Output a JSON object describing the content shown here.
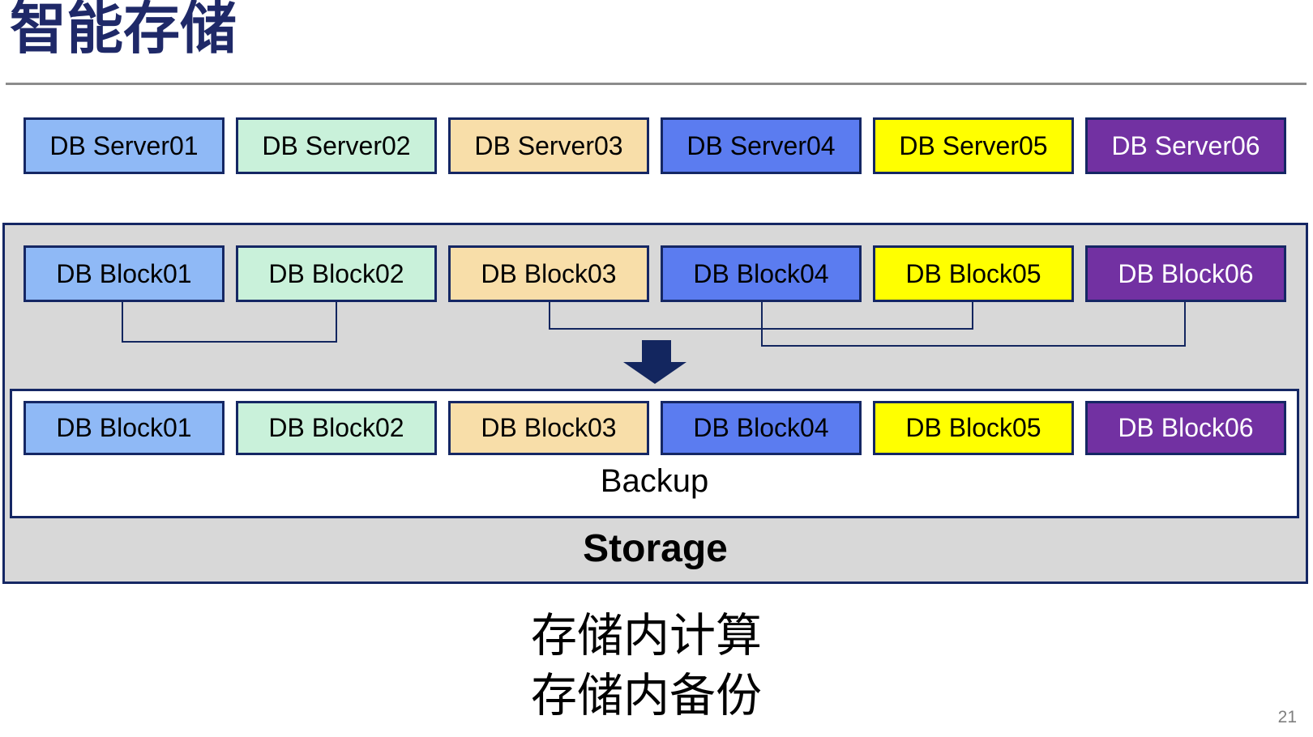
{
  "title": "智能存储",
  "servers": [
    "DB Server01",
    "DB Server02",
    "DB Server03",
    "DB Server04",
    "DB Server05",
    "DB Server06"
  ],
  "source_blocks": [
    "DB Block01",
    "DB Block02",
    "DB Block03",
    "DB Block04",
    "DB Block05",
    "DB Block06"
  ],
  "backup_blocks": [
    "DB Block01",
    "DB Block02",
    "DB Block03",
    "DB Block04",
    "DB Block05",
    "DB Block06"
  ],
  "backup_label": "Backup",
  "storage_label": "Storage",
  "captions": {
    "line1": "存储内计算",
    "line2": "存储内备份"
  },
  "page_number": "21",
  "icons": {
    "down_arrow": "▼"
  },
  "colors": {
    "box_fills": [
      "#8FB9F6",
      "#C9F1DA",
      "#F8DEA9",
      "#5B7CF0",
      "#FFFF00",
      "#7231A2"
    ],
    "box_text_colors": [
      "#000000",
      "#000000",
      "#000000",
      "#000000",
      "#000000",
      "#FFFFFF"
    ],
    "box_border": "#152764",
    "storage_panel_fill": "#D8D8D8",
    "backup_panel_fill": "#FFFFFF",
    "title_color": "#1F2968",
    "connector_color": "#13265F",
    "divider_color": "#8C8C8C",
    "page_number_color": "#7F7F7F"
  }
}
